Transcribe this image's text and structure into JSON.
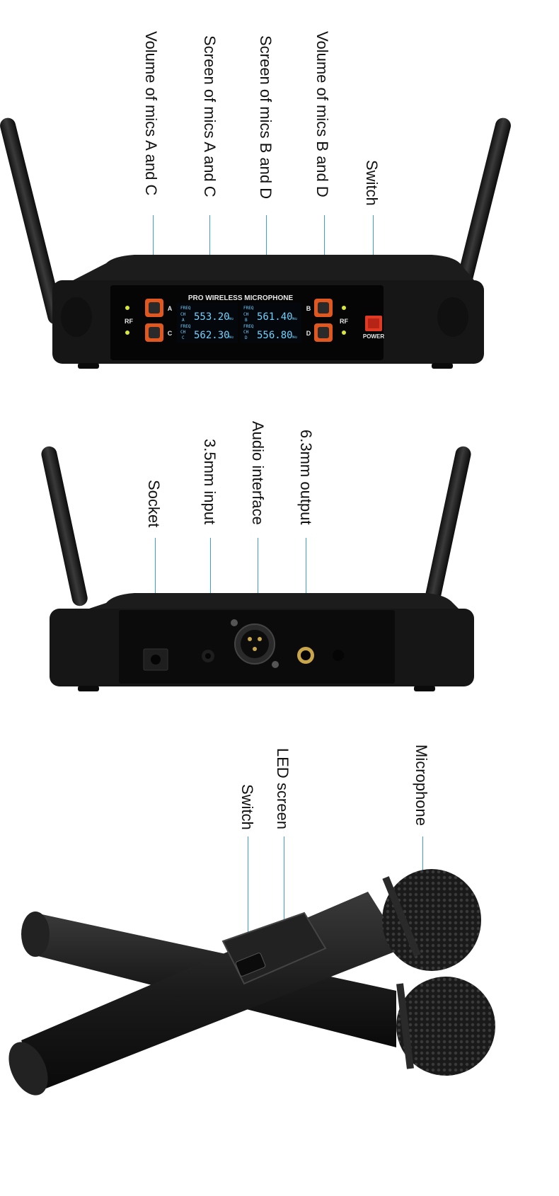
{
  "receiver_front": {
    "callouts": {
      "volume_ac": "Volume of mics A and C",
      "screen_ac": "Screen of mics A and C",
      "screen_bd": "Screen of mics B and D",
      "volume_bd": "Volume of mics B and D",
      "switch": "Switch"
    },
    "panel_title": "PRO WIRELESS MICROPHONE",
    "rf_left": "RF",
    "rf_right": "RF",
    "power_label": "POWER",
    "channels": {
      "a": "A",
      "b": "B",
      "c": "C",
      "d": "D"
    },
    "lcd": {
      "freq_label": "FREQ",
      "ch_label": "CH",
      "mhz_label": "MHz",
      "a_freq": "553.20",
      "b_freq": "561.40",
      "c_freq": "562.30",
      "d_freq": "556.80"
    }
  },
  "receiver_back": {
    "callouts": {
      "socket": "Socket",
      "input_35": "3.5mm input",
      "audio_interface": "Audio interface",
      "output_63": "6.3mm output"
    }
  },
  "microphones": {
    "callouts": {
      "microphone": "Microphone",
      "led_screen": "LED screen",
      "switch": "Switch"
    }
  },
  "colors": {
    "leader_line": "#3b9fd6",
    "knob_orange": "#e0581f",
    "lcd_blue": "#6fd2ff",
    "power_red": "#e03a24",
    "rf_led": "#d8e83a"
  }
}
